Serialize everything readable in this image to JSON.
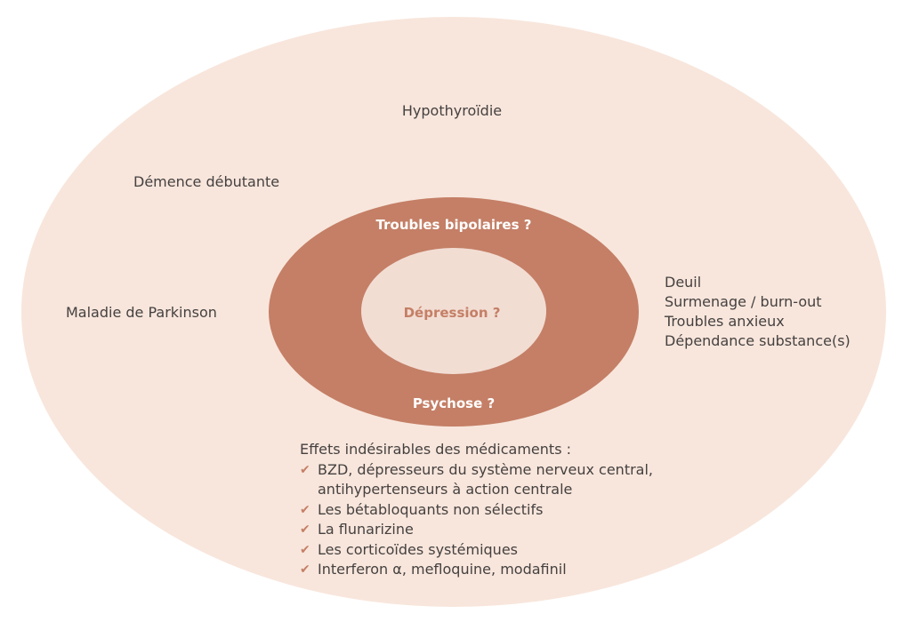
{
  "colors": {
    "outer": "#f8e6dc",
    "middle": "#c47f66",
    "inner": "#f2ddd3",
    "text": "#454140"
  },
  "outer_labels": {
    "top": "Hypothyroïdie",
    "upper_left": "Démence débutante",
    "left": "Maladie de Parkinson",
    "right": [
      "Deuil",
      "Surmenage / burn-out",
      "Troubles anxieux",
      "Dépendance substance(s)"
    ]
  },
  "middle_labels": {
    "top": "Troubles bipolaires ?",
    "bottom": "Psychose ?"
  },
  "inner_label": "Dépression ?",
  "medications": {
    "heading": "Effets indésirables des médicaments :",
    "items": [
      [
        "BZD, dépresseurs du système nerveux central,",
        "antihypertenseurs à action centrale"
      ],
      [
        "Les bétabloquants non sélectifs"
      ],
      [
        "La flunarizine"
      ],
      [
        "Les corticoïdes systémiques"
      ],
      [
        "Interferon α, mefloquine, modafinil"
      ]
    ],
    "bullet_icon": "check-icon"
  }
}
